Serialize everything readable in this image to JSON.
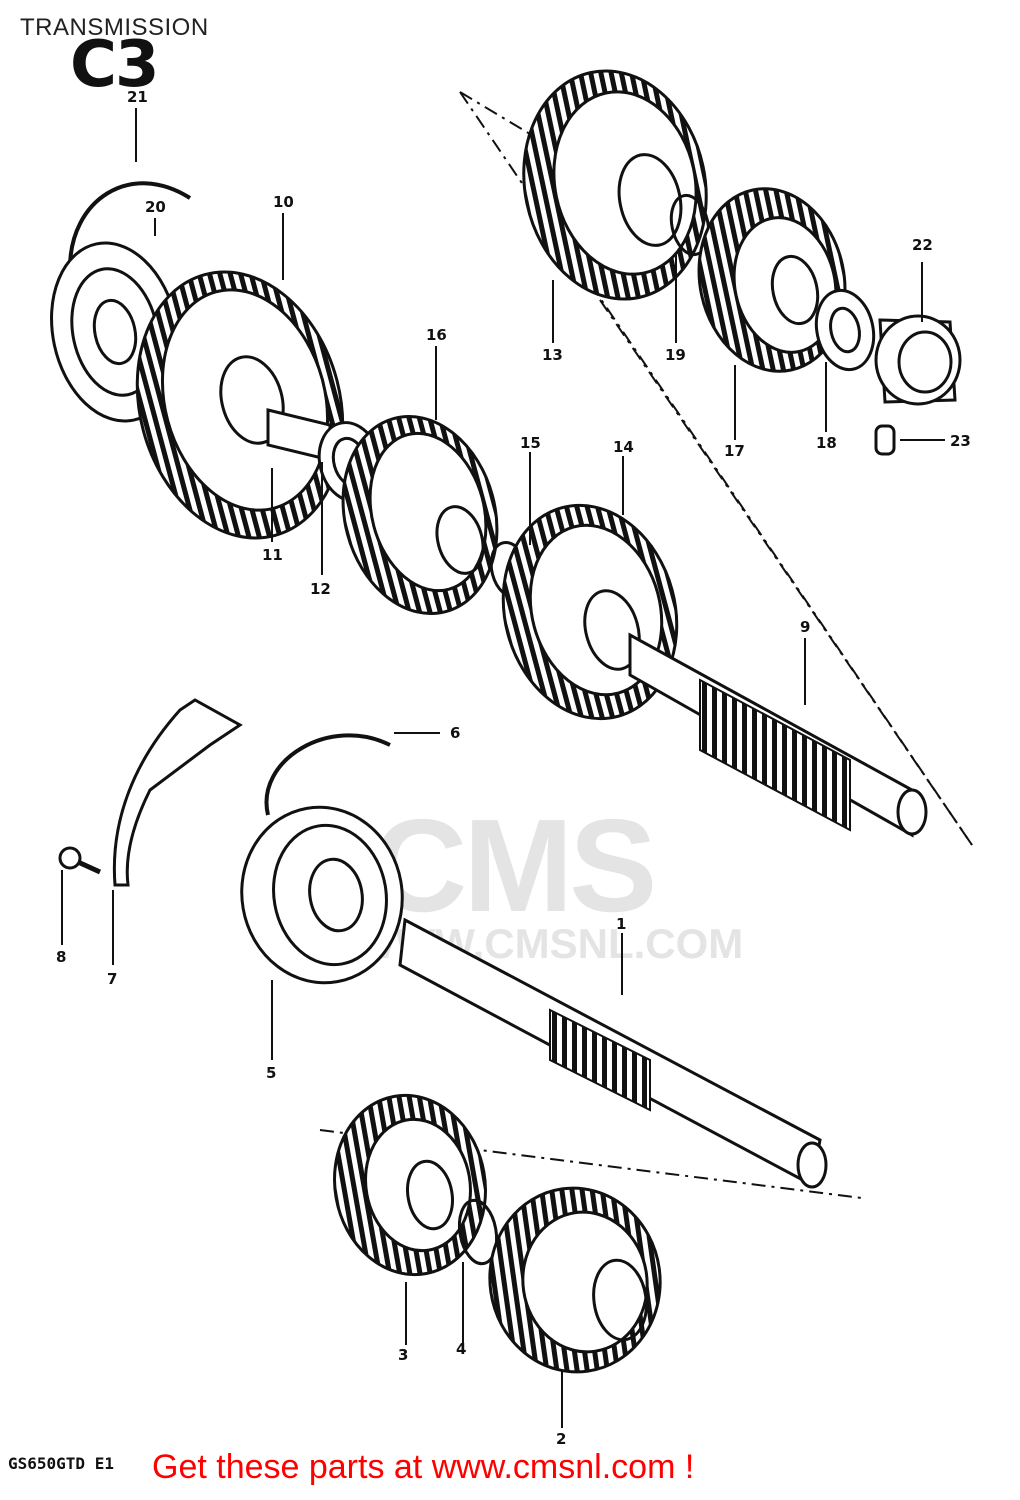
{
  "header": {
    "title": "TRANSMISSION",
    "section_code": "C3"
  },
  "footer": {
    "model_code": "GS650GTD E1",
    "cta": "Get these parts at www.cmsnl.com !"
  },
  "watermark": {
    "logo_text": "CMS",
    "url_text": "WWW.CMSNL.COM"
  },
  "callouts": [
    "1",
    "2",
    "3",
    "4",
    "5",
    "6",
    "7",
    "8",
    "9",
    "10",
    "11",
    "12",
    "13",
    "14",
    "15",
    "16",
    "17",
    "18",
    "19",
    "20",
    "21",
    "22",
    "23"
  ]
}
